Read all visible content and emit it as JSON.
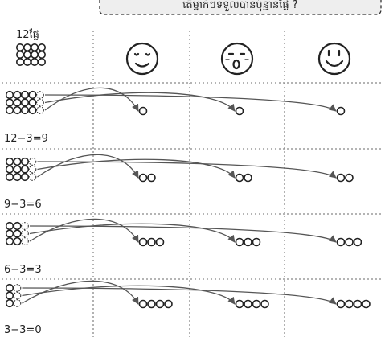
{
  "question": "តើម្នាក់ៗទទួលបានប៉ុន្មានផ្លែ ?",
  "header": {
    "total_label": "12ផ្លែ"
  },
  "children": [
    {
      "face": "smiling-face-icon"
    },
    {
      "face": "surprised-face-icon"
    },
    {
      "face": "grinning-face-icon"
    }
  ],
  "rows": [
    {
      "equation": "12−3=9",
      "received_per_child": 1
    },
    {
      "equation": "9−3=6",
      "received_per_child": 2
    },
    {
      "equation": "6−3=3",
      "received_per_child": 3
    },
    {
      "equation": "3−3=0",
      "received_per_child": 4
    }
  ],
  "colors": {
    "ink": "#222222",
    "divider": "#888888",
    "arrow": "#555555",
    "bubble_fill": "#eeeeee"
  }
}
